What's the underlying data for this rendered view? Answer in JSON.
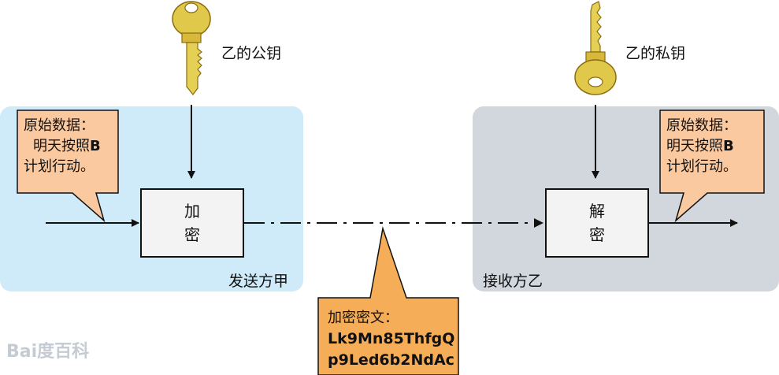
{
  "sender": {
    "label": "发送方甲",
    "key_label": "乙的公钥",
    "process": [
      "加",
      "密"
    ]
  },
  "receiver": {
    "label": "接收方乙",
    "key_label": "乙的私钥",
    "process": [
      "解",
      "密"
    ]
  },
  "callout_left": {
    "line1": "原始数据：",
    "line2_text": "明天按照",
    "line2_bold": "B",
    "line3": "计划行动。"
  },
  "callout_right": {
    "line1": "原始数据：",
    "line2_text": "明天按照",
    "line2_bold": "B",
    "line3": "计划行动。"
  },
  "ciphertext": {
    "title": "加密密文：",
    "line1": "Lk9Mn85ThfgQ",
    "line2": "p9Led6b2NdAc"
  },
  "watermark": "Bai度百科",
  "colors": {
    "sender_zone": "#cfeaf9",
    "receiver_zone": "#d2d7de",
    "callout_fill": "#fbc99f",
    "bubble_fill": "#f5ad57",
    "key_gold": "#e0c84a"
  }
}
